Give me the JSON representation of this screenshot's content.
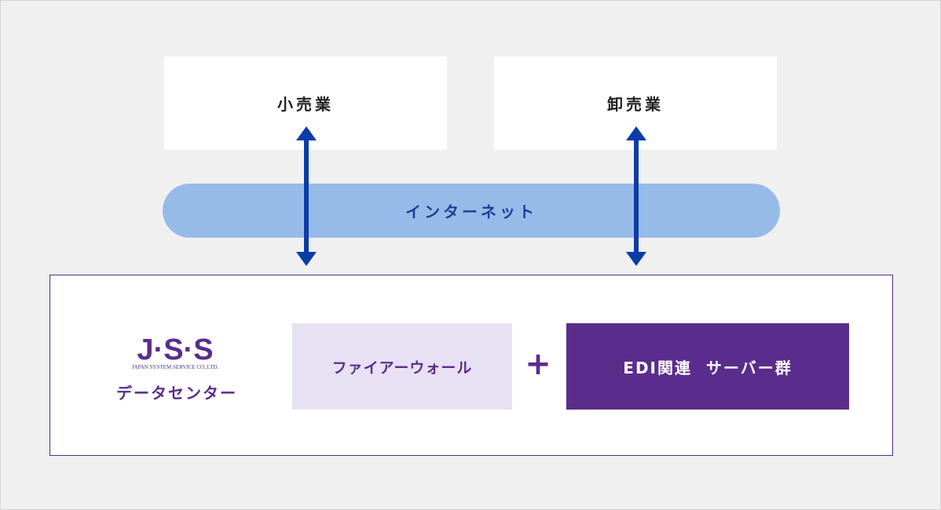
{
  "nodes": {
    "retail": "小売業",
    "wholesale": "卸売業",
    "internet": "インターネット"
  },
  "datacenter": {
    "logo_main": "J·S·S",
    "logo_sub": "JAPAN SYSTEM SERVICE CO.,LTD.",
    "label": "データセンター",
    "firewall": "ファイアーウォール",
    "plus": "+",
    "servers": "EDI関連  サーバー群"
  },
  "colors": {
    "background": "#f0f0f0",
    "internet_fill": "#97bbe8",
    "arrow": "#0b3ca8",
    "brand_purple": "#5a2d8c",
    "firewall_fill": "#e8e1f3"
  }
}
